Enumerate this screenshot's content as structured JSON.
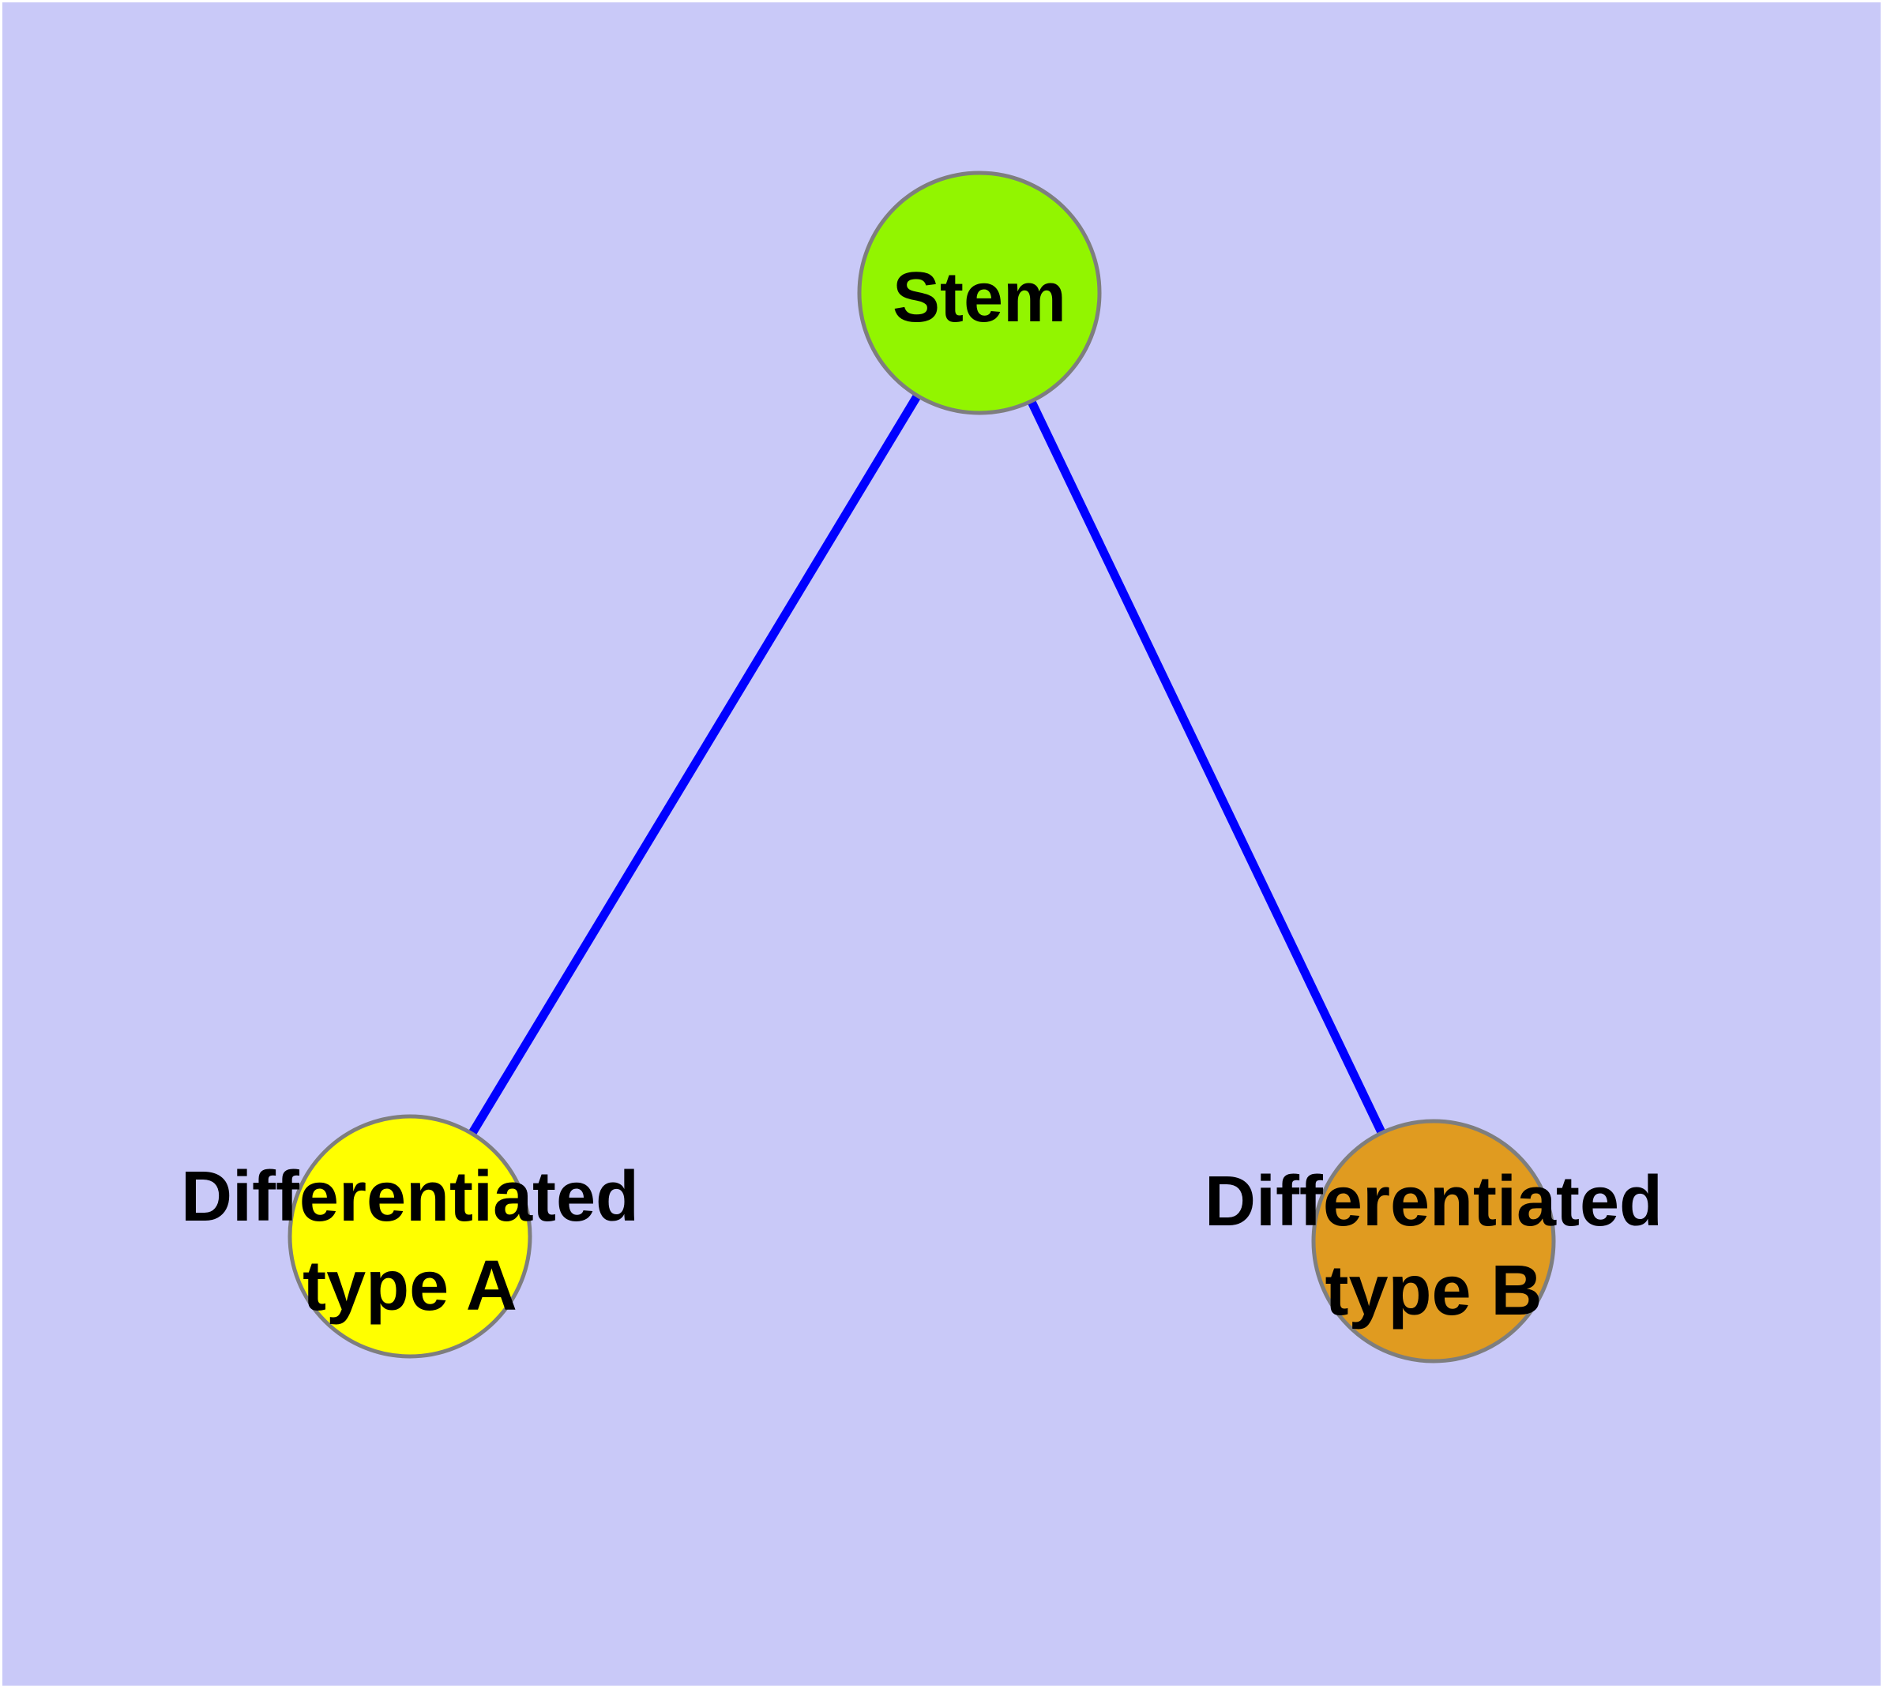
{
  "figure": {
    "type": "node-link-diagram",
    "background_color": "#C9C9F8",
    "frame_color": "#FFFFFF",
    "edge_color": "#0000FF",
    "edge_width": 11,
    "node_border_color": "#7E7E7E",
    "node_border_width": 5,
    "label_color": "#000000"
  },
  "nodes": {
    "stem": {
      "label": "Stem",
      "fill": "#92F500"
    },
    "type_a": {
      "label": "Differentiated type A",
      "line1": "Differentiated",
      "line2": "type A",
      "fill": "#FFFF00"
    },
    "type_b": {
      "label": "Differentiated type B",
      "line1": "Differentiated",
      "line2": "type B",
      "fill": "#E09B20"
    }
  },
  "edges": [
    {
      "from": "Stem",
      "to": "Differentiated type A"
    },
    {
      "from": "Stem",
      "to": "Differentiated type B"
    }
  ]
}
